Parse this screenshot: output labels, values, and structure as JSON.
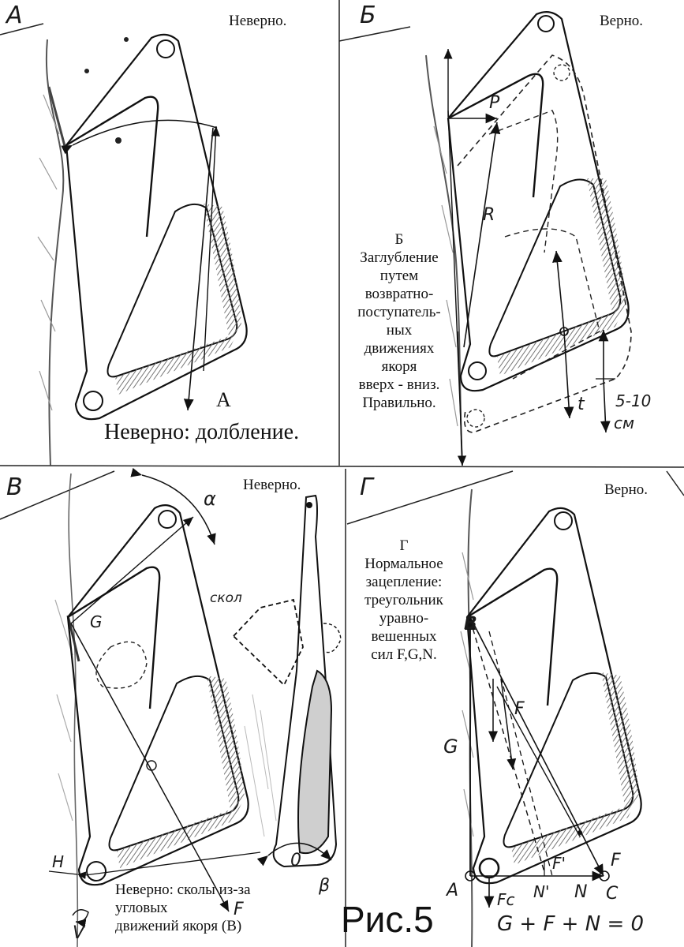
{
  "figure_caption": "Рис.5",
  "equation": "G + F + N = 0",
  "panels": {
    "A": {
      "letter": "А",
      "verdict": "Неверно.",
      "center_label": "А",
      "caption": "Неверно: долбление."
    },
    "B": {
      "letter": "Б",
      "verdict": "Верно.",
      "note_lines": [
        "Б",
        "Заглубление",
        "путем",
        "возвратно-",
        "поступатель-",
        "ных",
        "движениях",
        "якоря",
        "вверх - вниз.",
        "Правильно."
      ],
      "labels": {
        "P": "P",
        "R": "R",
        "t": "t",
        "depth": "5-10",
        "unit": "см"
      }
    },
    "V": {
      "letter": "В",
      "verdict": "Неверно.",
      "labels": {
        "alpha": "α",
        "chip": "скол",
        "G": "G",
        "H": "H",
        "beta": "β",
        "zero": "0",
        "F": "F",
        "V": "V"
      },
      "caption_lines": [
        "Неверно: сколы из-за",
        "угловых",
        "движений   якоря (В)"
      ]
    },
    "G": {
      "letter": "Г",
      "verdict": "Верно.",
      "note_lines": [
        "Г",
        "Нормальное",
        "зацепление:",
        "треугольник",
        "уравно-",
        "вешенных",
        "сил F,G,N."
      ],
      "labels": {
        "B": "B",
        "F": "F",
        "G": "G",
        "A": "A",
        "Fc": "Fc",
        "Fprime": "F'",
        "Nprime": "N'",
        "N": "N",
        "C": "C",
        "Fright": "F"
      }
    }
  }
}
